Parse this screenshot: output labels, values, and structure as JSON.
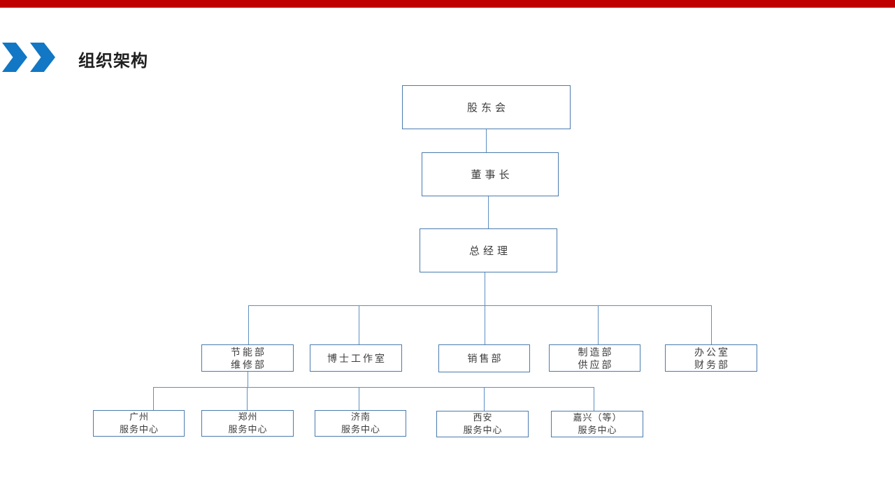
{
  "slide": {
    "background": "#ffffff",
    "top_bar_color": "#c00000"
  },
  "header": {
    "title": "组织架构",
    "accent_color": "#1277c4",
    "title_color": "#1f1f1f"
  },
  "org": {
    "colors": {
      "box_border": "#4a7bae",
      "connector": "#5d8fc2",
      "text": "#3d3d3d"
    },
    "level1": [
      {
        "label": "股东会"
      },
      {
        "label": "董事长"
      },
      {
        "label": "总经理"
      }
    ],
    "level2": [
      {
        "lines": [
          "节能部",
          "维修部"
        ]
      },
      {
        "lines": [
          "博士工作室"
        ]
      },
      {
        "lines": [
          "销售部"
        ]
      },
      {
        "lines": [
          "制造部",
          "供应部"
        ]
      },
      {
        "lines": [
          "办公室",
          "财务部"
        ]
      }
    ],
    "level3": [
      {
        "lines": [
          "广州",
          "服务中心"
        ]
      },
      {
        "lines": [
          "郑州",
          "服务中心"
        ]
      },
      {
        "lines": [
          "济南",
          "服务中心"
        ]
      },
      {
        "lines": [
          "西安",
          "服务中心"
        ]
      },
      {
        "lines": [
          "嘉兴（等）",
          "服务中心"
        ]
      }
    ]
  }
}
